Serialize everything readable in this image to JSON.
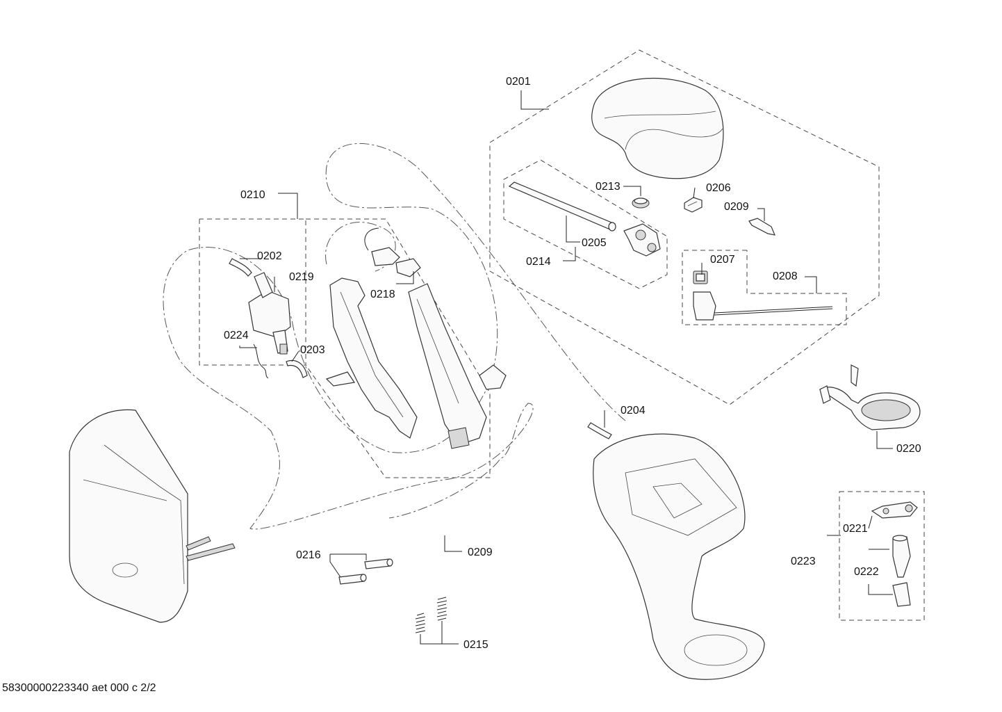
{
  "labels": {
    "p0201": "0201",
    "p0202": "0202",
    "p0203": "0203",
    "p0204": "0204",
    "p0205": "0205",
    "p0206": "0206",
    "p0207": "0207",
    "p0208": "0208",
    "p0209a": "0209",
    "p0209b": "0209",
    "p0210": "0210",
    "p0213": "0213",
    "p0214": "0214",
    "p0215": "0215",
    "p0216": "0216",
    "p0218": "0218",
    "p0219": "0219",
    "p0220": "0220",
    "p0221": "0221",
    "p0222": "0222",
    "p0223": "0223",
    "p0224": "0224"
  },
  "footer": {
    "document_id": "58300000223340 aet 000 c 2/2"
  }
}
